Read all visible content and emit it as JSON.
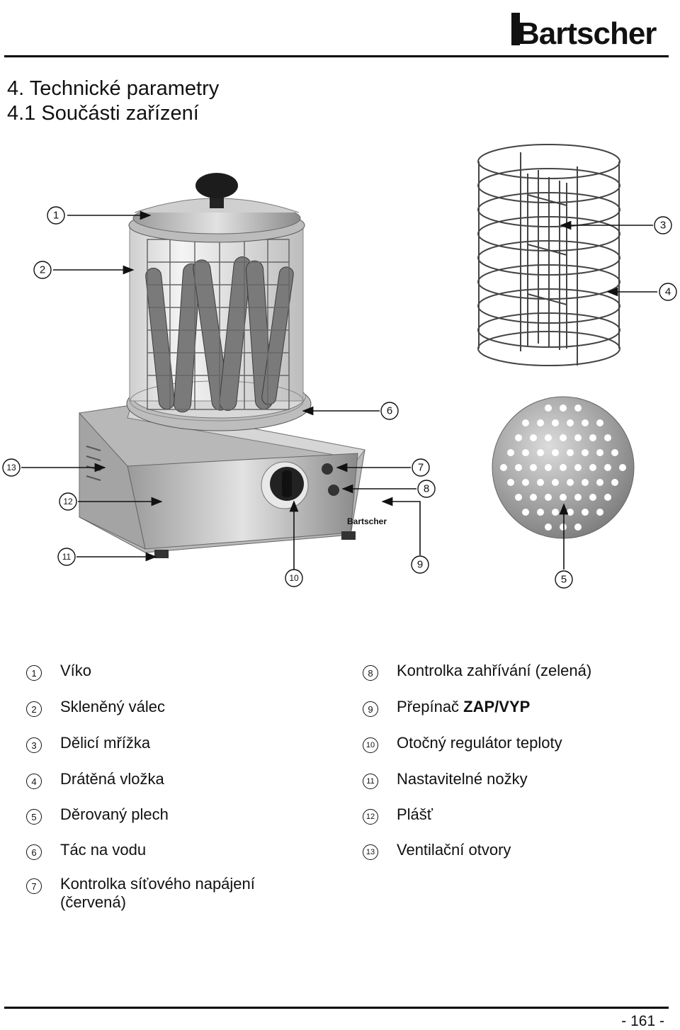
{
  "brand": {
    "logo_text": "Bartscher",
    "small_logo_text": "Bartscher"
  },
  "heading": {
    "title": "4. Technické parametry",
    "subtitle": "4.1 Součásti zařízení"
  },
  "callouts": [
    "1",
    "2",
    "3",
    "4",
    "5",
    "6",
    "7",
    "8",
    "9",
    "10",
    "11",
    "12",
    "13"
  ],
  "legend": {
    "left": [
      {
        "num": "1",
        "text": "Víko"
      },
      {
        "num": "2",
        "text": "Skleněný válec"
      },
      {
        "num": "3",
        "text": "Dělicí mřížka"
      },
      {
        "num": "4",
        "text": "Drátěná vložka"
      },
      {
        "num": "5",
        "text": "Děrovaný plech"
      },
      {
        "num": "6",
        "text": "Tác na vodu"
      },
      {
        "num": "7",
        "text": "Kontrolka síťového napájení (červená)"
      }
    ],
    "right": [
      {
        "num": "8",
        "text": "Kontrolka zahřívání (zelená)"
      },
      {
        "num": "9",
        "text_prefix": "Přepínač ",
        "text_bold": "ZAP/VYP"
      },
      {
        "num": "10",
        "text": "Otočný regulátor teploty"
      },
      {
        "num": "11",
        "text": "Nastavitelné nožky"
      },
      {
        "num": "12",
        "text": "Plášť"
      },
      {
        "num": "13",
        "text": "Ventilační otvory"
      }
    ]
  },
  "footer": {
    "page_number": "- 161 -"
  }
}
